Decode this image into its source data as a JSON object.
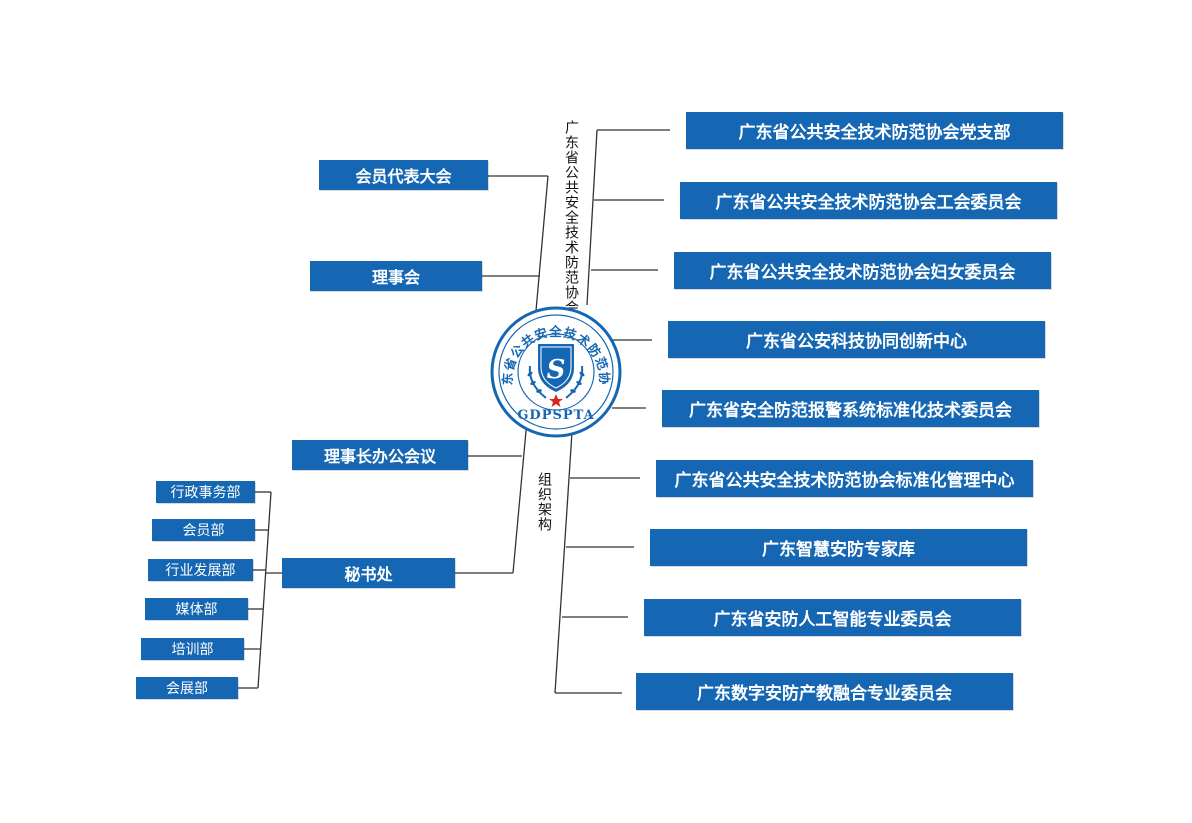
{
  "org": {
    "vertical_title": "广东省公共安全技术防范协会",
    "structure_label": "组织架构"
  },
  "logo": {
    "ring_text": "广东省公共安全技术防范协会",
    "center_letter": "S",
    "abbreviation": "GDPSPTA",
    "colors": {
      "primary": "#1567b3",
      "star": "#d7261e"
    }
  },
  "left_boxes": [
    "会员代表大会",
    "理事会",
    "理事长办公会议",
    "秘书处"
  ],
  "secretariat_departments": [
    "行政事务部",
    "会员部",
    "行业发展部",
    "媒体部",
    "培训部",
    "会展部"
  ],
  "right_boxes": [
    "广东省公共安全技术防范协会党支部",
    "广东省公共安全技术防范协会工会委员会",
    "广东省公共安全技术防范协会妇女委员会",
    "广东省公安科技协同创新中心",
    "广东省安全防范报警系统标准化技术委员会",
    "广东省公共安全技术防范协会标准化管理中心",
    "广东智慧安防专家库",
    "广东省安防人工智能专业委员会",
    "广东数字安防产教融合专业委员会"
  ]
}
